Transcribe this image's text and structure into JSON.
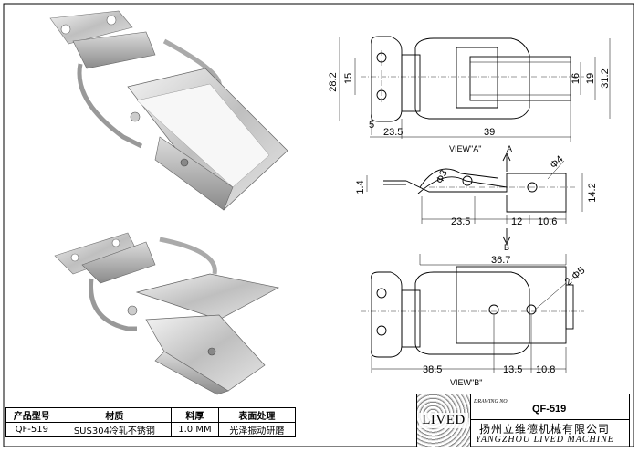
{
  "dimensions": {
    "d_28_2": "28.2",
    "d_15": "15",
    "d_5": "5",
    "d_23_5_top": "23.5",
    "d_39": "39",
    "d_16": "16",
    "d_19": "19",
    "d_31_2": "31.2",
    "d_1_4": "1.4",
    "d_phi3": "Φ3",
    "d_phi4": "Φ4",
    "d_14_2": "14.2",
    "d_23_5_mid": "23.5",
    "d_12": "12",
    "d_10_6": "10.6",
    "d_36_7": "36.7",
    "d_2phi5": "2-Φ5",
    "d_38_5": "38.5",
    "d_13_5": "13.5",
    "d_10_8": "10.8"
  },
  "labels": {
    "view_a": "VIEW\"A\"",
    "view_b": "VIEW\"B\"",
    "arrow_a": "A",
    "arrow_b": "B"
  },
  "table": {
    "headers": [
      "产品型号",
      "材质",
      "料厚",
      "表面处理"
    ],
    "values": [
      "QF-519",
      "SUS304冷轧不锈钢",
      "1.0 MM",
      "光泽振动研磨"
    ]
  },
  "title_block": {
    "logo": "LIVED",
    "drawing_no_label": "DRAWING NO.",
    "drawing_no": "QF-519",
    "company_cn": "扬州立维德机械有限公司",
    "company_en": "YANGZHOU LIVED MACHINE"
  }
}
